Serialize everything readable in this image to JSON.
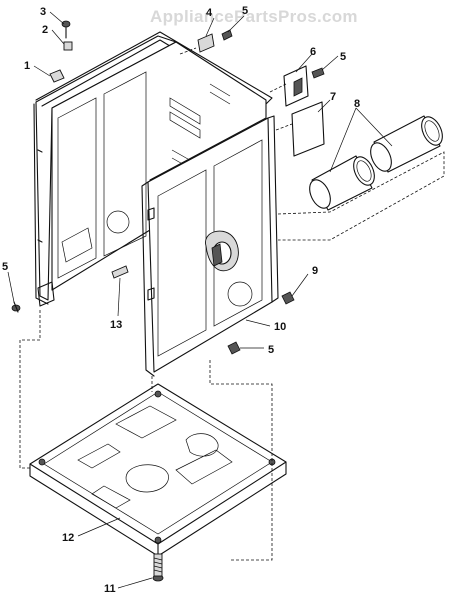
{
  "watermark": "AppliancePartsPros.com",
  "callouts": {
    "c1": "1",
    "c2": "2",
    "c3": "3",
    "c4": "4",
    "c5a": "5",
    "c5b": "5",
    "c5c": "5",
    "c5d": "5",
    "c6": "6",
    "c7": "7",
    "c8": "8",
    "c9": "9",
    "c10": "10",
    "c11": "11",
    "c12": "12",
    "c13": "13"
  },
  "colors": {
    "line": "#111111",
    "watermark": "#d8d8d8",
    "shade": "#d9d9d9"
  }
}
